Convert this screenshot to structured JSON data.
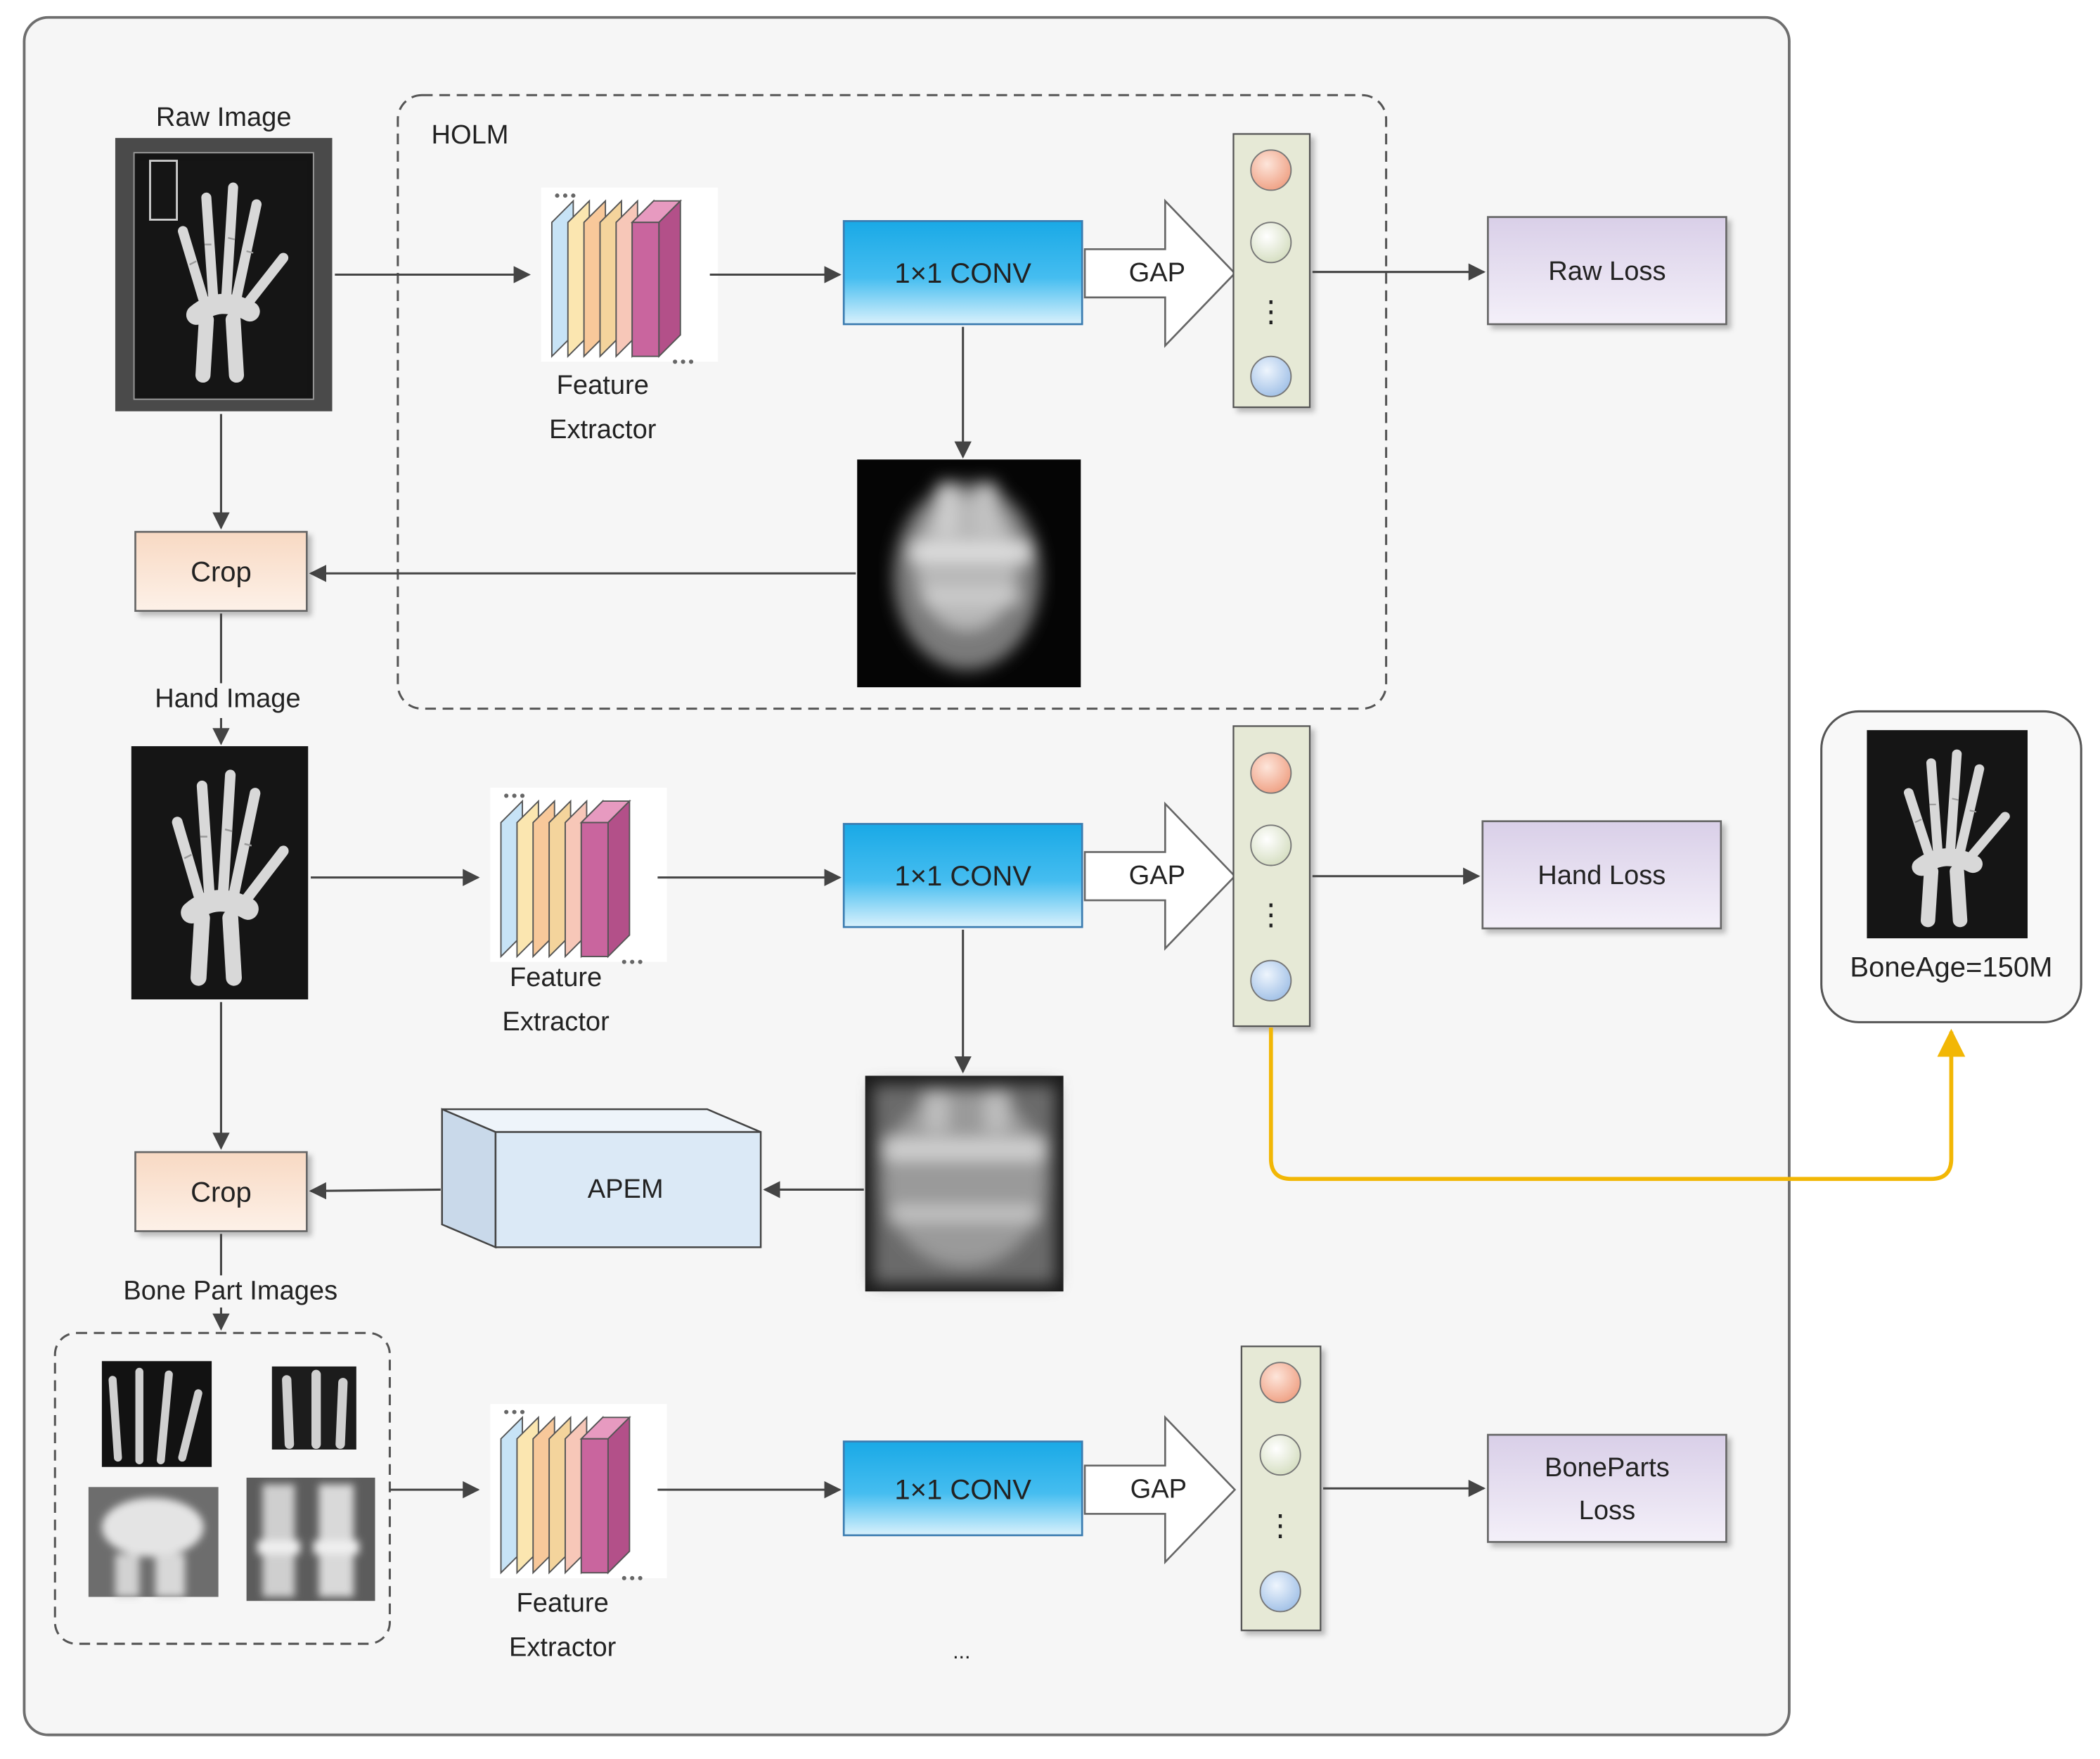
{
  "labels": {
    "raw_image": "Raw Image",
    "hand_image": "Hand Image",
    "bone_part_images": "Bone Part Images",
    "holm": "HOLM",
    "feature": "Feature",
    "extractor": "Extractor",
    "conv": "1×1 CONV",
    "gap": "GAP",
    "crop": "Crop",
    "apem": "APEM",
    "raw_loss": "Raw Loss",
    "hand_loss": "Hand Loss",
    "boneparts_loss_line1": "BoneParts",
    "boneparts_loss_line2": "Loss",
    "bone_age": "BoneAge=150M",
    "vdots": "⋮",
    "ellipsis": "..."
  },
  "colors": {
    "panel_bg": "#f5f5f5",
    "conv_fill": "#2fb4ea",
    "loss_fill": "#e4dcef",
    "crop_fill": "#fbe4d2",
    "apem_fill": "#dbe9f6",
    "vector_fill": "#e6e9d6",
    "node_top": "#f4b6a0",
    "node_mid": "#e8efdc",
    "node_bottom": "#bcd5ef",
    "result_arrow": "#f2b705"
  }
}
